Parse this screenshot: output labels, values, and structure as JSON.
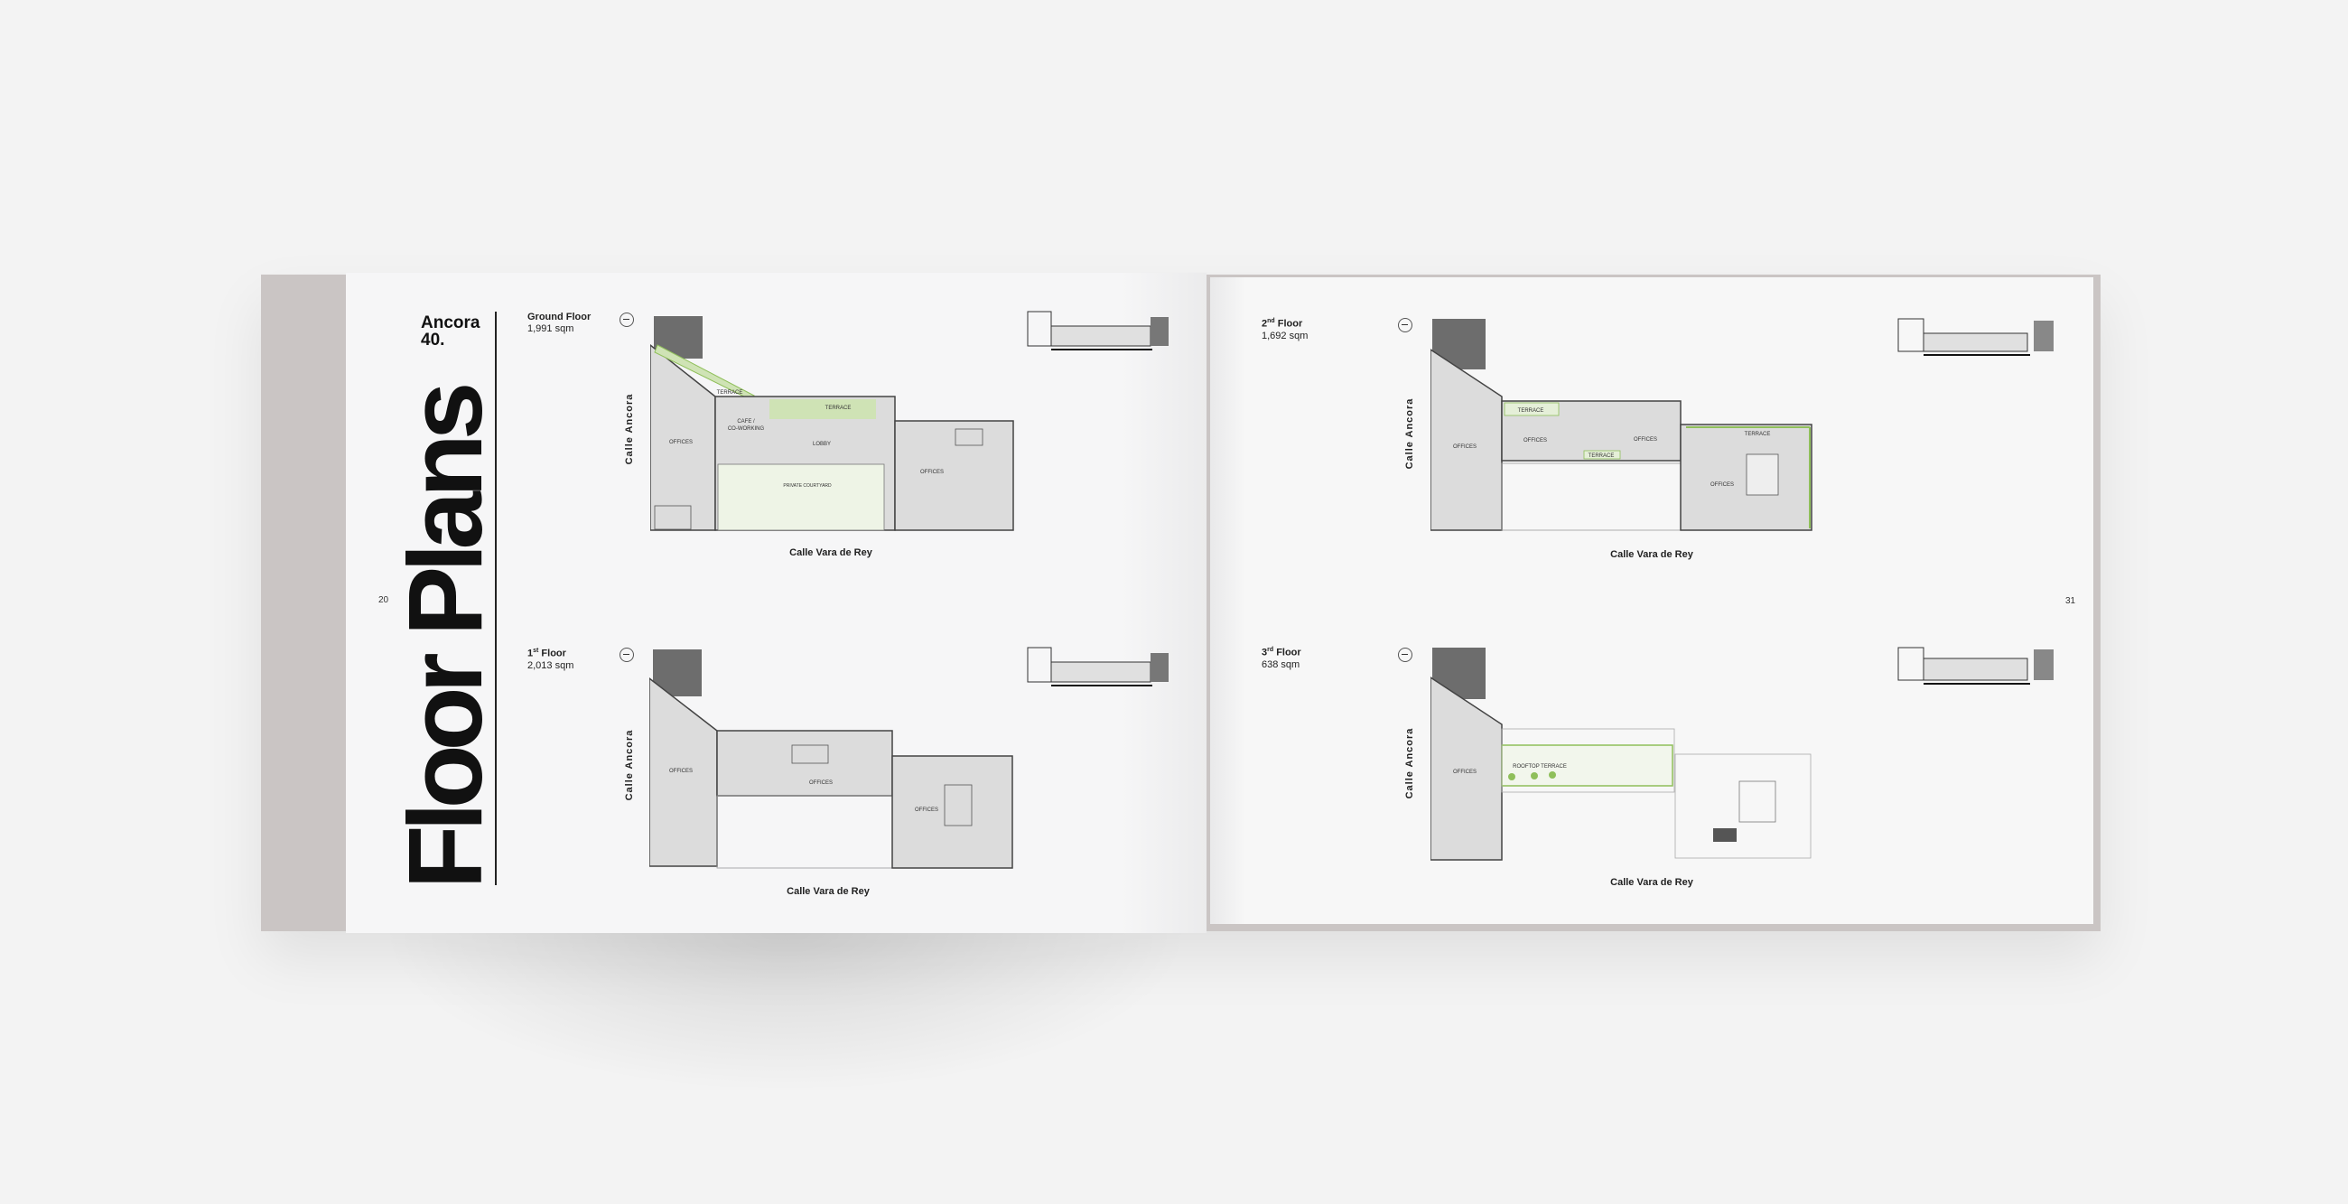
{
  "book": {
    "brand": "Ancora 40.",
    "section_title": "Floor Plans",
    "page_left": "20",
    "page_right": "31"
  },
  "floors": [
    {
      "name": "Ground Floor",
      "sup": "",
      "area": "1,991 sqm",
      "street_bottom": "Calle Vara de Rey",
      "street_side": "Calle Ancora",
      "rooms": [
        "OFFICES",
        "CAFE /",
        "CO-WORKING",
        "LOBBY",
        "TERRACE",
        "TERRACE",
        "PRIVATE COURTYARD",
        "OFFICES"
      ]
    },
    {
      "name": "Floor",
      "sup": "st",
      "num": "1",
      "area": "2,013 sqm",
      "street_bottom": "Calle Vara de Rey",
      "street_side": "Calle Ancora",
      "rooms": [
        "OFFICES",
        "OFFICES",
        "OFFICES"
      ]
    },
    {
      "name": "Floor",
      "sup": "nd",
      "num": "2",
      "area": "1,692 sqm",
      "street_bottom": "Calle Vara de Rey",
      "street_side": "Calle Ancora",
      "rooms": [
        "OFFICES",
        "OFFICES",
        "OFFICES",
        "TERRACE",
        "TERRACE",
        "TERRACE",
        "OFFICES"
      ]
    },
    {
      "name": "Floor",
      "sup": "rd",
      "num": "3",
      "area": "638 sqm",
      "street_bottom": "Calle Vara de Rey",
      "street_side": "Calle Ancora",
      "rooms": [
        "OFFICES",
        "ROOFTOP TERRACE"
      ]
    }
  ],
  "colors": {
    "plan_fill": "#dcdcdc",
    "plan_stroke": "#444444",
    "terrace": "#8fbf5a",
    "dark_block": "#6d6d6d",
    "cover": "#cac5c4"
  }
}
